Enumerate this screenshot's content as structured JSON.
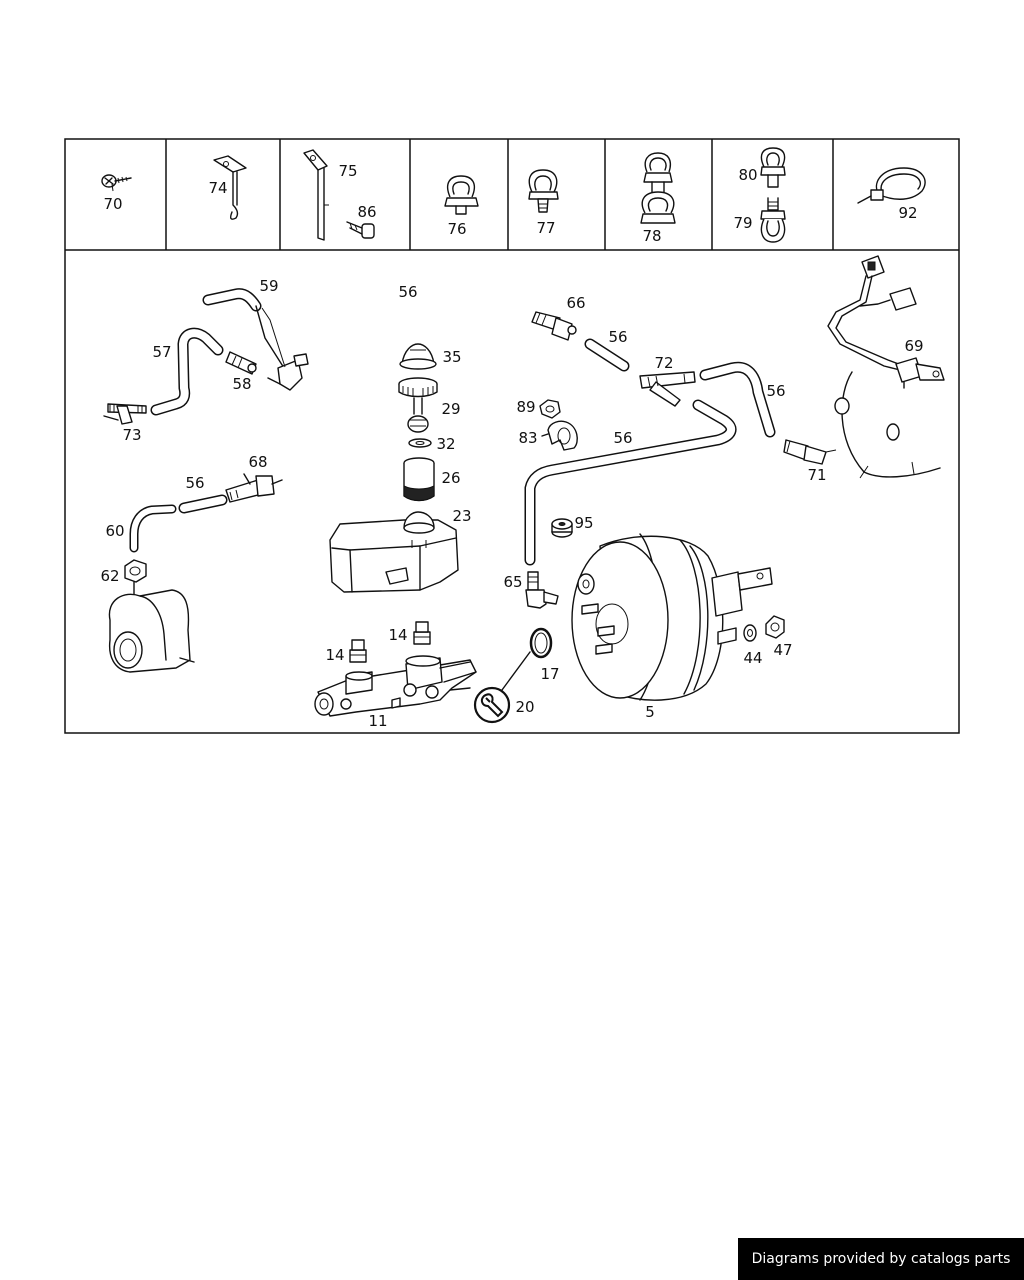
{
  "header_labels": [
    "70",
    "74",
    "75",
    "86",
    "76",
    "77",
    "78",
    "80",
    "79",
    "92"
  ],
  "main_labels": [
    "59",
    "56",
    "66",
    "56",
    "35",
    "57",
    "72",
    "69",
    "58",
    "29",
    "56",
    "73",
    "89",
    "83",
    "56",
    "32",
    "71",
    "68",
    "26",
    "56",
    "23",
    "60",
    "95",
    "62",
    "65",
    "14",
    "14",
    "17",
    "44",
    "47",
    "11",
    "20",
    "5"
  ],
  "credit": "Diagrams provided by catalogs parts"
}
